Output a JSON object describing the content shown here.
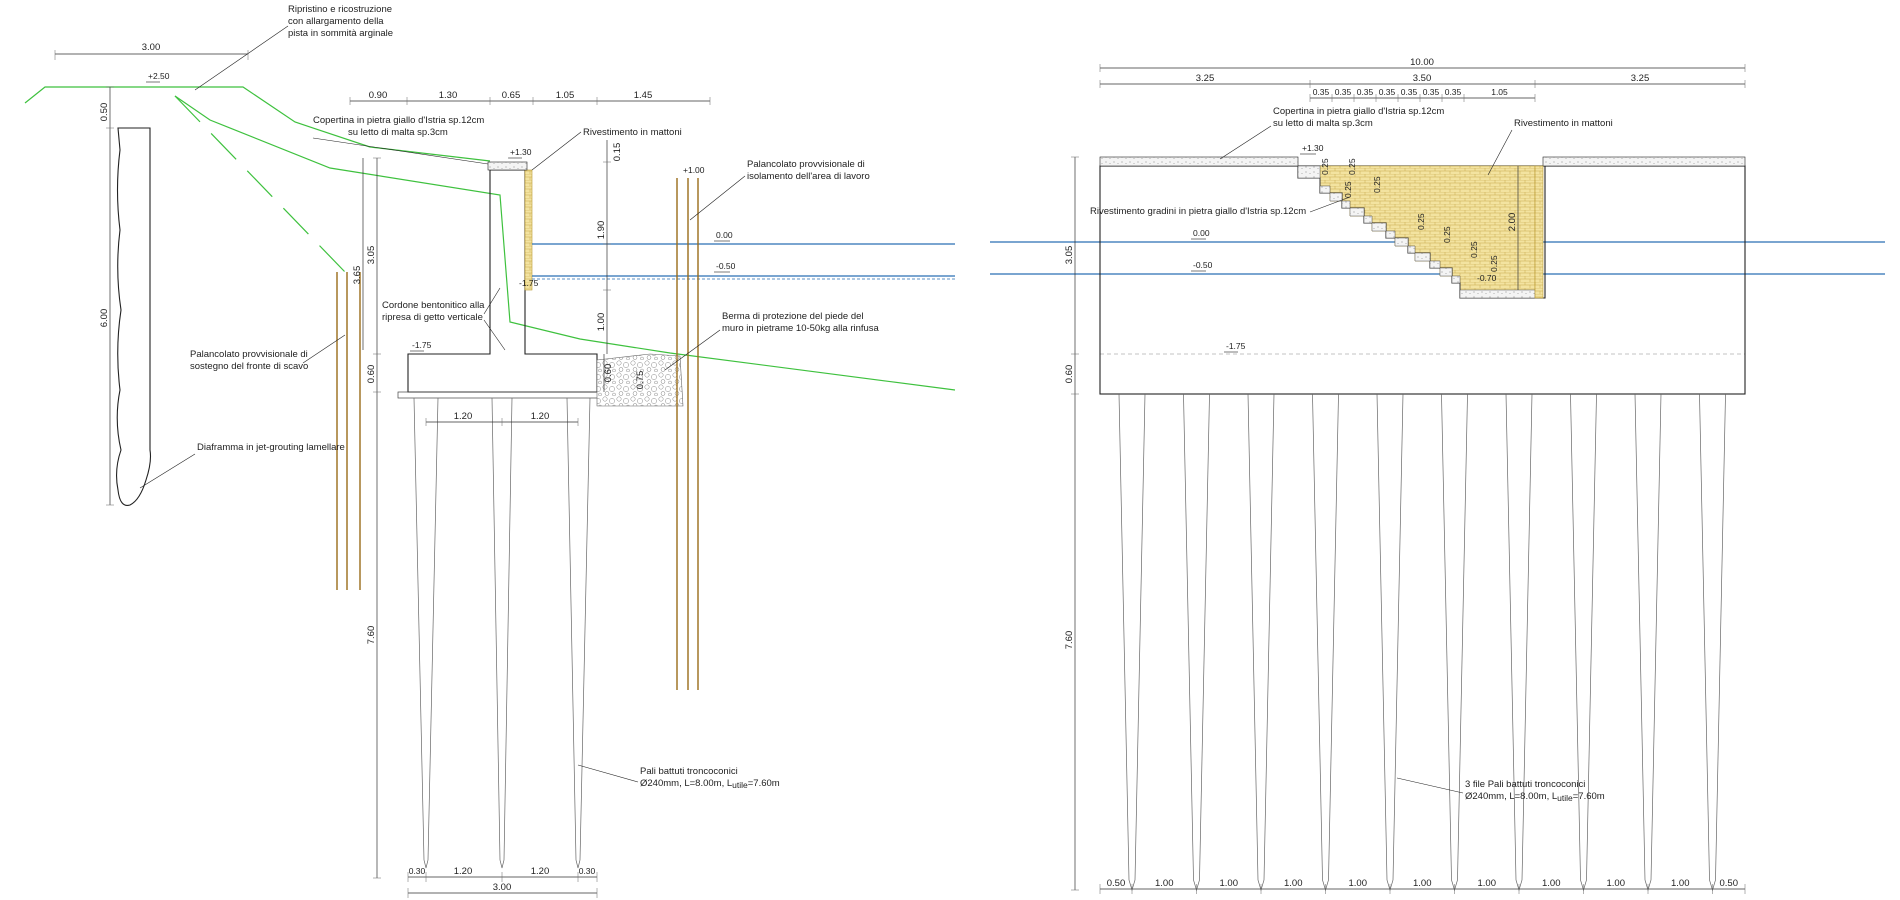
{
  "left_section": {
    "top_dims": [
      "3.00",
      "0.90",
      "1.30",
      "0.65",
      "1.05",
      "1.45"
    ],
    "bottom_dims": [
      "0.30",
      "1.20",
      "1.20",
      "0.30",
      "3.00"
    ],
    "pile_spacing_dims": [
      "1.20",
      "1.20"
    ],
    "vertical_dims": [
      "0.50",
      "6.00",
      "3.65",
      "3.05",
      "0.60",
      "7.60",
      "0.15",
      "1.90",
      "1.00",
      "0.60",
      "0.75"
    ],
    "levels": [
      "+2.50",
      "+1.30",
      "+1.00",
      "0.00",
      "-0.50",
      "-1.75",
      "-1.75"
    ],
    "labels": {
      "ripristino": [
        "Ripristino e ricostruzione",
        "con allargamento della",
        "pista in sommità arginale"
      ],
      "copertina": [
        "Copertina in pietra giallo d'Istria sp.12cm",
        "su letto di malta sp.3cm"
      ],
      "rivestimento": "Rivestimento in mattoni",
      "palancolato_isolamento": [
        "Palancolato provvisionale di",
        "isolamento dell'area di lavoro"
      ],
      "cordone": [
        "Cordone bentonitico alla",
        "ripresa di getto verticale"
      ],
      "berma": [
        "Berma di protezione del piede del",
        "muro in pietrame 10-50kg alla rinfusa"
      ],
      "palancolato_sostegno": [
        "Palancolato provvisionale di",
        "sostegno del fronte di scavo"
      ],
      "diaframma": "Diaframma in jet-grouting lamellare",
      "pali_title": "Pali battuti troncoconici",
      "pali_spec": "Ø240mm, L=8.00m, L"
    }
  },
  "right_section": {
    "top_dims_overall": "10.00",
    "top_dims_row2": [
      "3.25",
      "3.50",
      "3.25"
    ],
    "top_dims_row3": [
      "0.35",
      "0.35",
      "0.35",
      "0.35",
      "0.35",
      "0.35",
      "0.35",
      "1.05"
    ],
    "step_dims": [
      "0.25",
      "0.25",
      "0.25",
      "0.25",
      "0.25",
      "0.25",
      "0.25",
      "0.25"
    ],
    "vertical_dims": [
      "3.05",
      "0.60",
      "7.60",
      "2.00"
    ],
    "levels": [
      "+1.30",
      "0.00",
      "-0.50",
      "-1.75",
      "-0.70"
    ],
    "bottom_dims": [
      "0.50",
      "1.00",
      "1.00",
      "1.00",
      "1.00",
      "1.00",
      "1.00",
      "1.00",
      "1.00",
      "1.00",
      "0.50"
    ],
    "labels": {
      "copertina": [
        "Copertina in pietra giallo d'Istria sp.12cm",
        "su letto di malta sp.3cm"
      ],
      "rivestimento": "Rivestimento in mattoni",
      "gradini": "Rivestimento gradini in pietra giallo d'Istria sp.12cm",
      "pali_title": "3 file Pali battuti troncoconici",
      "pali_spec": "Ø240mm, L=8.00m, L"
    }
  },
  "pali_spec_tail": {
    "sub": "utile",
    "value": "=7.60m"
  },
  "colors": {
    "ground": "#3ec13e",
    "water": "#2a6fb4",
    "sheet_pile": "#9a6c1a",
    "brick": "#f3e3a0"
  }
}
